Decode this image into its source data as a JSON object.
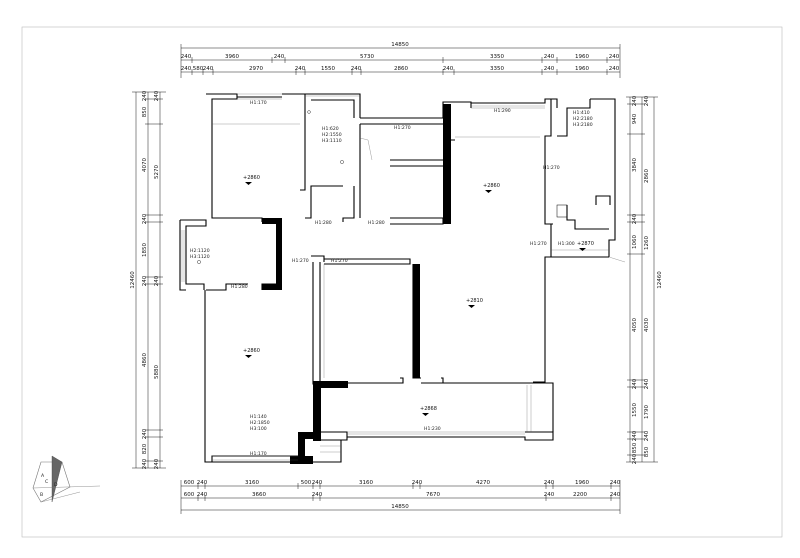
{
  "dims": {
    "top_total": "14850",
    "top_row1": [
      "240",
      "3960",
      "240",
      "5730",
      "3350",
      "240",
      "1960",
      "240"
    ],
    "top_row2": [
      "240",
      "580",
      "240",
      "2970",
      "240",
      "1550",
      "240",
      "2860",
      "240",
      "3350",
      "240",
      "1960",
      "240"
    ],
    "bottom_row1": [
      "600",
      "240",
      "3160",
      "500",
      "240",
      "3160",
      "240",
      "4270",
      "240",
      "1960",
      "240"
    ],
    "bottom_row2": [
      "600",
      "240",
      "3660",
      "240",
      "7670",
      "240",
      "2200",
      "240"
    ],
    "bottom_total": "14850",
    "left_total": "12460",
    "left_row1": [
      "240",
      "850",
      "4070",
      "240",
      "1850",
      "240",
      "4860",
      "240",
      "820",
      "240"
    ],
    "left_row2": [
      "240",
      "5270",
      "240",
      "5880",
      "240"
    ],
    "right_total": "12460",
    "right_row1": [
      "240",
      "940",
      "3840",
      "240",
      "1060",
      "4050",
      "240",
      "1550",
      "240",
      "850",
      "240"
    ],
    "right_row2": [
      "240",
      "2860",
      "1260",
      "4030",
      "240",
      "1790",
      "240",
      "850"
    ]
  },
  "elevations": [
    "+2860",
    "+2860",
    "+2870",
    "+2810",
    "+2860",
    "+2868"
  ],
  "room_labels": [
    "H1:170",
    "H2:1120",
    "H3:1120",
    "H1:140",
    "H2:1850",
    "H3:100",
    "H1:170",
    "H1:620",
    "H2:1550",
    "H3:1110",
    "H1:270",
    "H1:280",
    "H1:280",
    "H1:270",
    "H1:270",
    "H1:270",
    "H1:290",
    "H1:410",
    "H2:2180",
    "H3:2180",
    "H1:270",
    "H1:300",
    "H1:230"
  ],
  "logo_letters": [
    "A",
    "C",
    "D",
    "B"
  ]
}
